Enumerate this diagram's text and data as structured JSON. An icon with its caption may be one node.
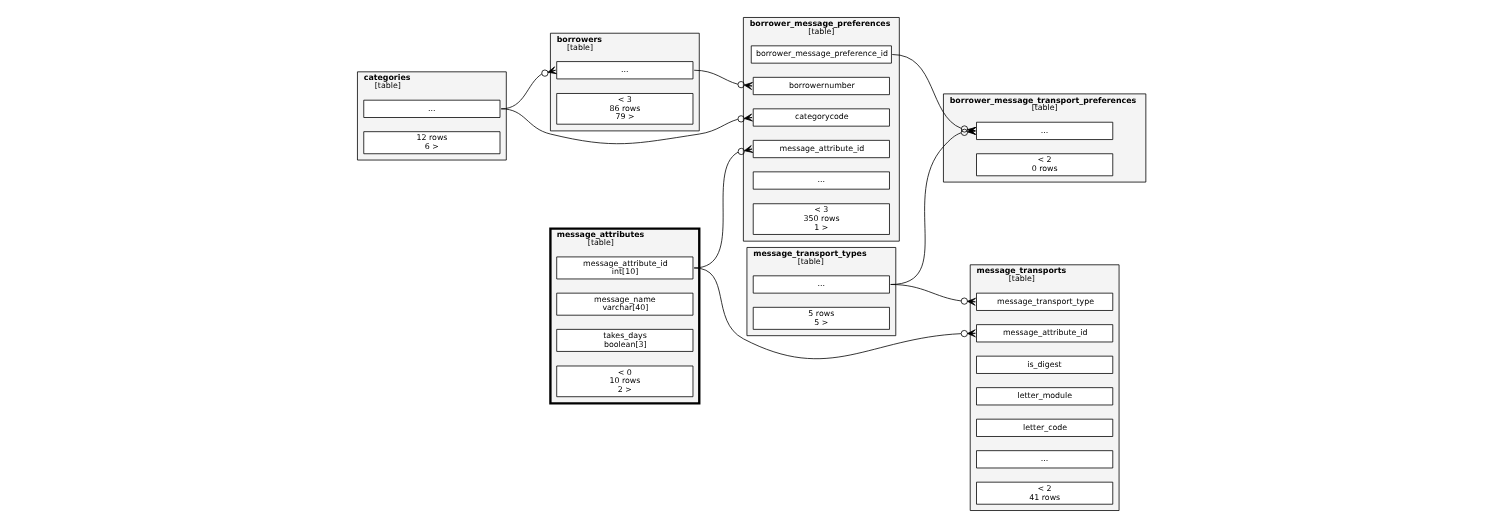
{
  "diagram": {
    "nodes": [
      {
        "text": [
          "categories",
          "[table]"
        ]
      },
      {
        "text": [
          "..."
        ],
        "in": 0
      },
      {
        "text": [
          "12 rows",
          "6 >"
        ],
        "in": 0
      },
      {
        "text": [
          "borrowers",
          "[table]"
        ]
      },
      {
        "text": [
          "..."
        ],
        "in": 3
      },
      {
        "text": [
          "< 3",
          "86 rows",
          "79 >"
        ],
        "in": 3
      },
      {
        "text": [
          "borrower_message_preferences",
          "[table]"
        ]
      },
      {
        "text": [
          "borrower_message_preference_id"
        ],
        "in": 6
      },
      {
        "text": [
          "borrowernumber"
        ],
        "in": 6
      },
      {
        "text": [
          "categorycode"
        ],
        "in": 6
      },
      {
        "text": [
          "message_attribute_id"
        ],
        "in": 6
      },
      {
        "text": [
          "..."
        ],
        "in": 6
      },
      {
        "text": [
          "< 3",
          "350 rows",
          "1 >"
        ],
        "in": 6
      },
      {
        "text": [
          "borrower_message_transport_preferences",
          "[table]"
        ]
      },
      {
        "text": [
          "..."
        ],
        "in": 13
      },
      {
        "text": [
          "< 2",
          "0 rows"
        ],
        "in": 13
      },
      {
        "text": [
          "message_attributes",
          "[table]"
        ]
      },
      {
        "text": [
          "message_attribute_id",
          "int[10]"
        ],
        "in": 16
      },
      {
        "text": [
          "message_name",
          "varchar[40]"
        ],
        "in": 16
      },
      {
        "text": [
          "takes_days",
          "boolean[3]"
        ],
        "in": 16
      },
      {
        "text": [
          "< 0",
          "10 rows",
          "2 >"
        ],
        "in": 16
      },
      {
        "text": [
          "message_transport_types",
          "[table]"
        ]
      },
      {
        "text": [
          "..."
        ],
        "in": 21
      },
      {
        "text": [
          "5 rows",
          "5 >"
        ],
        "in": 21
      },
      {
        "text": [
          "message_transports",
          "[table]"
        ]
      },
      {
        "text": [
          "message_attribute_id"
        ],
        "in": 24
      },
      {
        "text": [
          "message_transport_type"
        ],
        "in": 24
      },
      {
        "text": [
          "is_digest"
        ],
        "in": 24
      },
      {
        "text": [
          "letter_module"
        ],
        "in": 24
      },
      {
        "text": [
          "letter_code"
        ],
        "in": 24
      },
      {
        "text": [
          "..."
        ],
        "in": 24
      },
      {
        "text": [
          "< 2",
          "41 rows"
        ],
        "in": 24
      }
    ],
    "edges": [
      {
        "from": 1,
        "to": 4,
        "arrow": "other"
      },
      {
        "from": 1,
        "to": 9,
        "arrow": "other"
      },
      {
        "from": 4,
        "to": 8,
        "arrow": "other"
      },
      {
        "from": 17,
        "to": 10,
        "arrow": "other"
      },
      {
        "from": 17,
        "to": 25,
        "arrow": "other"
      },
      {
        "from": 22,
        "to": 26,
        "arrow": "other"
      },
      {
        "from": 7,
        "to": 14,
        "arrow": "other"
      },
      {
        "from": 22,
        "to": 14,
        "arrow": "other"
      }
    ]
  }
}
